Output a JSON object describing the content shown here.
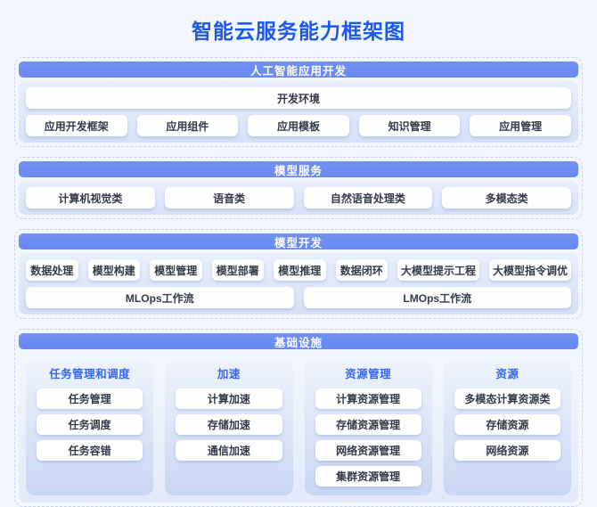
{
  "title": "智能云服务能力框架图",
  "colors": {
    "page_background": "#f3f6fc",
    "title_blue": "#1b58ee",
    "header_bar_blue": "#6c8cf3",
    "header_bar_text": "#ffffff",
    "dashed_border": "#c6d3f2",
    "box_text": "#333a4a",
    "column_header_blue": "#3568f1",
    "panel_gradient_top": "#e9effc",
    "panel_gradient_bottom": "#d7e1f8"
  },
  "sections": [
    {
      "id": "ai-app-dev",
      "header": "人工智能应用开发",
      "wide_item": "开发环境",
      "items": [
        "应用开发框架",
        "应用组件",
        "应用模板",
        "知识管理",
        "应用管理"
      ]
    },
    {
      "id": "model-service",
      "header": "模型服务",
      "items": [
        "计算机视觉类",
        "语音类",
        "自然语音处理类",
        "多模态类"
      ]
    },
    {
      "id": "model-dev",
      "header": "模型开发",
      "items": [
        "数据处理",
        "模型构建",
        "模型管理",
        "模型部署",
        "模型推理",
        "数据闭环",
        "大模型提示工程",
        "大模型指令调优"
      ],
      "wide_items": [
        "MLOps工作流",
        "LMOps工作流"
      ]
    },
    {
      "id": "infrastructure",
      "header": "基础设施",
      "columns": [
        {
          "header": "任务管理和调度",
          "items": [
            "任务管理",
            "任务调度",
            "任务容错"
          ]
        },
        {
          "header": "加速",
          "items": [
            "计算加速",
            "存储加速",
            "通信加速"
          ]
        },
        {
          "header": "资源管理",
          "items": [
            "计算资源管理",
            "存储资源管理",
            "网络资源管理",
            "集群资源管理"
          ]
        },
        {
          "header": "资源",
          "items": [
            "多模态计算资源类",
            "存储资源",
            "网络资源"
          ]
        }
      ]
    }
  ]
}
